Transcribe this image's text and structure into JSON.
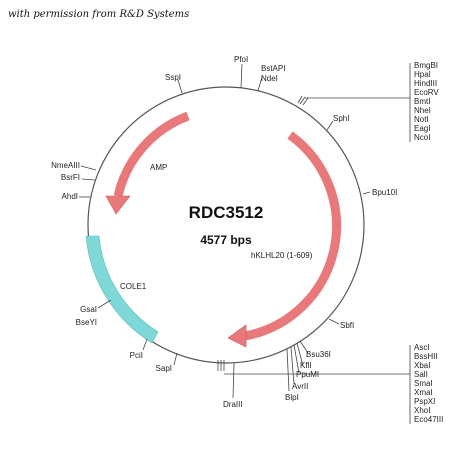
{
  "credit": "with permission from R&D Systems",
  "plasmid": {
    "name": "RDC3512",
    "size": "4577 bps"
  },
  "features": {
    "amp": "AMP",
    "insert": "hKLHL20 (1-609)",
    "cole1": "COLE1"
  },
  "sites": {
    "pfoi": "PfoI",
    "bstapi": "BstAPI",
    "ndei": "NdeI",
    "sspi": "SspI",
    "sphi": "SphI",
    "bpu10i": "Bpu10I",
    "sbfi": "SbfI",
    "nmeaiii": "NmeAIII",
    "bsrfi": "BsrFI",
    "ahdi": "AhdI",
    "gsai": "GsaI",
    "bseyi": "BseYI",
    "pcii": "PciI",
    "sapi": "SapI",
    "draiii": "DraIII",
    "blpi": "BlpI",
    "avrii": "AvrII",
    "ppumi": "PpuMI",
    "kfli": "KflI",
    "bsu36i": "Bsu36I"
  },
  "mcs_top": [
    "BmgBI",
    "HpaI",
    "HindIII",
    "EcoRV",
    "BmtI",
    "NheI",
    "NotI",
    "EagI",
    "NcoI"
  ],
  "mcs_bottom": [
    "AscI",
    "BssHII",
    "XbaI",
    "SalI",
    "SmaI",
    "XmaI",
    "PspXI",
    "XhoI",
    "Eco47III"
  ],
  "colors": {
    "amp_arrow": "#e8787a",
    "insert_arrow": "#e8787a",
    "cole1_bar": "#7fd8d8",
    "circle": "#555555"
  }
}
